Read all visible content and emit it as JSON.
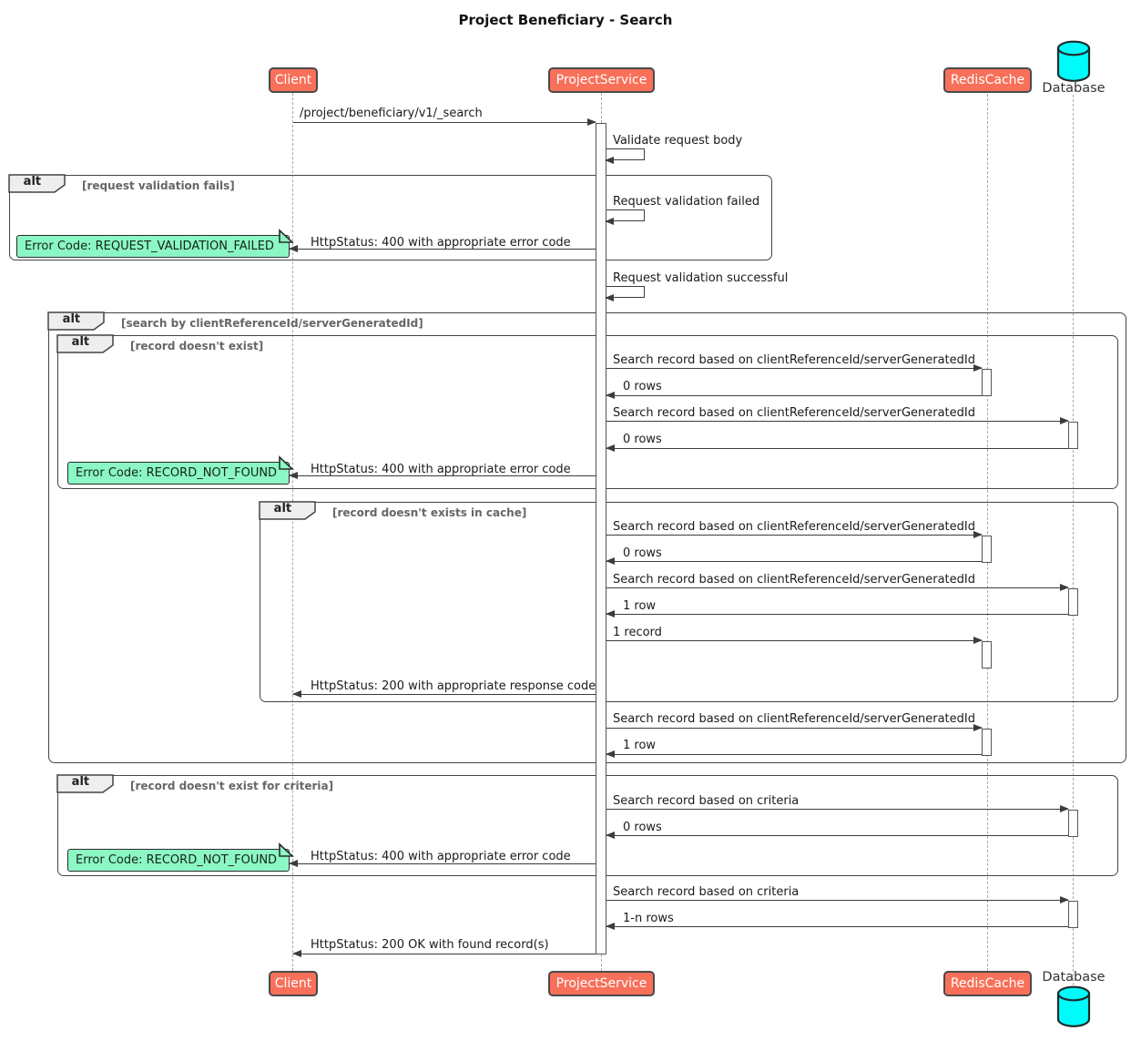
{
  "title": "Project Beneficiary - Search",
  "participants": {
    "client": "Client",
    "service": "ProjectService",
    "cache": "RedisCache",
    "database": "Database"
  },
  "colors": {
    "participant-fill": "#F87059",
    "participant-text": "#FFFFFF",
    "note-fill": "#8BF7C4",
    "db-fill": "#00FBFB",
    "line": "#3C3C3C",
    "guard": "#666666",
    "tab-fill": "#EEEEEE",
    "lifeline": "#A9A9A9"
  },
  "frames": [
    {
      "operator": "alt",
      "guard": "[request validation fails]"
    },
    {
      "operator": "alt",
      "guard": "[search by clientReferenceId/serverGeneratedId]"
    },
    {
      "operator": "alt",
      "guard": "[record doesn't exist]"
    },
    {
      "operator": "alt",
      "guard": "[record doesn't exists in cache]"
    },
    {
      "operator": "alt",
      "guard": "[record doesn't exist for criteria]"
    }
  ],
  "messages": [
    {
      "from": "Client",
      "to": "ProjectService",
      "label": "/project/beneficiary/v1/_search"
    },
    {
      "from": "ProjectService",
      "to": "ProjectService",
      "label": "Validate request body"
    },
    {
      "from": "ProjectService",
      "to": "ProjectService",
      "label": "Request validation failed"
    },
    {
      "from": "ProjectService",
      "to": "Client",
      "label": "HttpStatus: 400 with appropriate error code"
    },
    {
      "from": "ProjectService",
      "to": "ProjectService",
      "label": "Request validation successful"
    },
    {
      "from": "ProjectService",
      "to": "RedisCache",
      "label": "Search record based on clientReferenceId/serverGeneratedId"
    },
    {
      "from": "RedisCache",
      "to": "ProjectService",
      "label": "0 rows"
    },
    {
      "from": "ProjectService",
      "to": "Database",
      "label": "Search record based on clientReferenceId/serverGeneratedId"
    },
    {
      "from": "Database",
      "to": "ProjectService",
      "label": "0 rows"
    },
    {
      "from": "ProjectService",
      "to": "Client",
      "label": "HttpStatus: 400 with appropriate error code"
    },
    {
      "from": "ProjectService",
      "to": "RedisCache",
      "label": "Search record based on clientReferenceId/serverGeneratedId"
    },
    {
      "from": "RedisCache",
      "to": "ProjectService",
      "label": "0 rows"
    },
    {
      "from": "ProjectService",
      "to": "Database",
      "label": "Search record based on clientReferenceId/serverGeneratedId"
    },
    {
      "from": "Database",
      "to": "ProjectService",
      "label": "1 row"
    },
    {
      "from": "ProjectService",
      "to": "RedisCache",
      "label": "1 record"
    },
    {
      "from": "ProjectService",
      "to": "Client",
      "label": "HttpStatus: 200 with appropriate response code"
    },
    {
      "from": "ProjectService",
      "to": "RedisCache",
      "label": "Search record based on clientReferenceId/serverGeneratedId"
    },
    {
      "from": "RedisCache",
      "to": "ProjectService",
      "label": "1 row"
    },
    {
      "from": "ProjectService",
      "to": "Database",
      "label": "Search record based on criteria"
    },
    {
      "from": "Database",
      "to": "ProjectService",
      "label": "0 rows"
    },
    {
      "from": "ProjectService",
      "to": "Client",
      "label": "HttpStatus: 400 with appropriate error code"
    },
    {
      "from": "ProjectService",
      "to": "Database",
      "label": "Search record based on criteria"
    },
    {
      "from": "Database",
      "to": "ProjectService",
      "label": "1-n rows"
    },
    {
      "from": "ProjectService",
      "to": "Client",
      "label": "HttpStatus: 200 OK with found record(s)"
    }
  ],
  "notes": [
    {
      "label": "Error Code: REQUEST_VALIDATION_FAILED"
    },
    {
      "label": "Error Code: RECORD_NOT_FOUND"
    },
    {
      "label": "Error Code: RECORD_NOT_FOUND"
    }
  ]
}
